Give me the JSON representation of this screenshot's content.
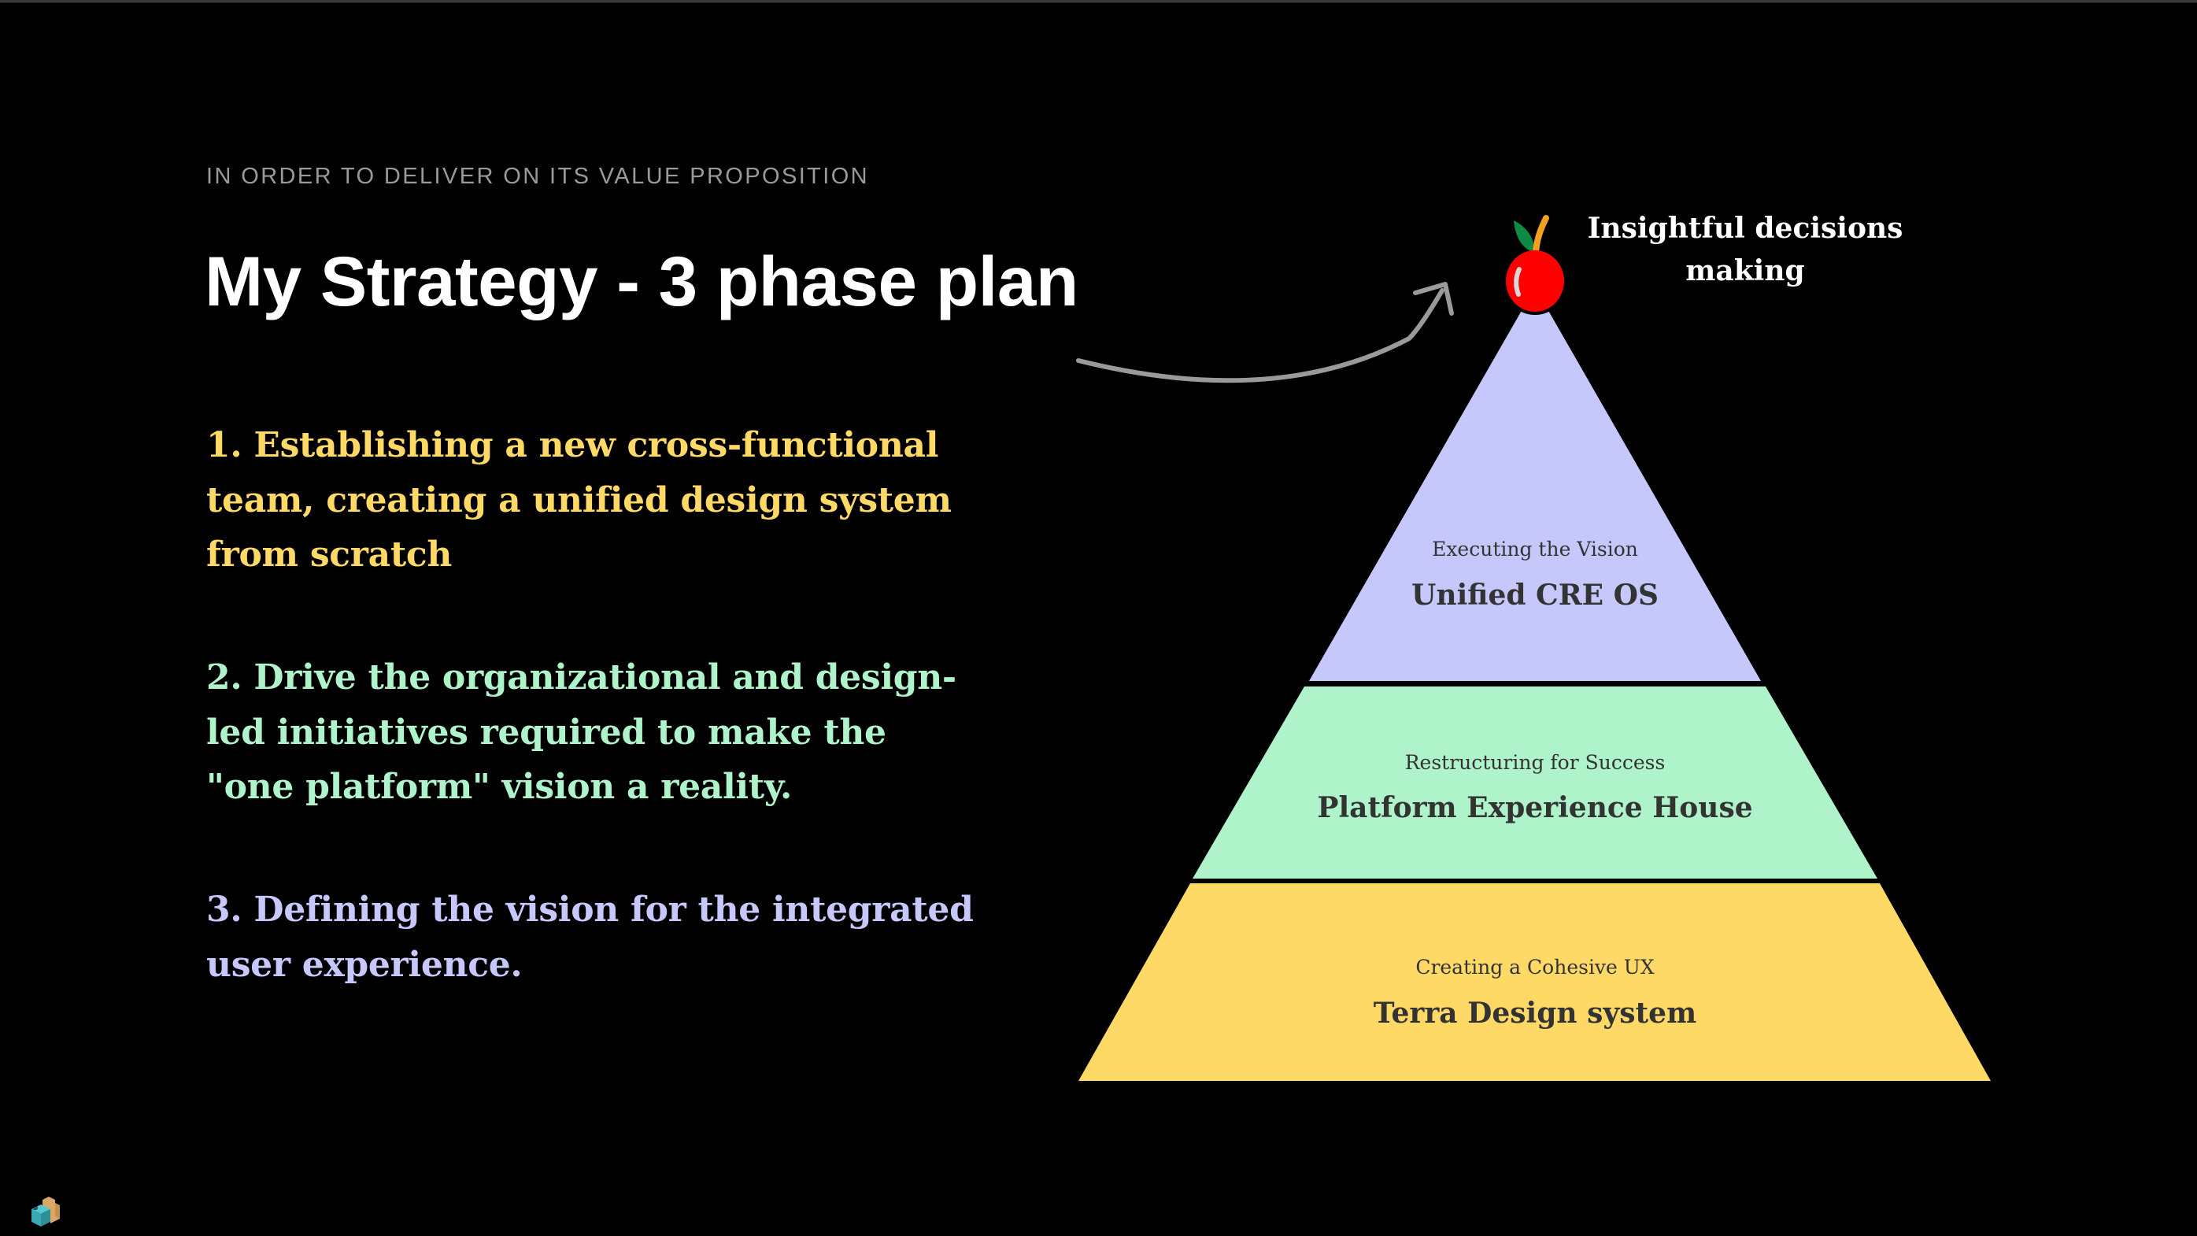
{
  "slide": {
    "eyebrow": "IN ORDER TO DELIVER ON ITS VALUE PROPOSITION",
    "title": "My Strategy - 3 phase plan"
  },
  "points": [
    {
      "number": "1.",
      "text": "1. Establishing a new cross-functional team, creating a unified design system from scratch",
      "color": "#FFD966"
    },
    {
      "number": "2.",
      "text": "2. Drive the organizational and design-led initiatives required to make the \"one platform\" vision a reality.",
      "color": "#AEF3C9"
    },
    {
      "number": "3.",
      "text": "3. Defining the vision for the integrated user experience.",
      "color": "#C6C8FB"
    }
  ],
  "pyramid": {
    "apex_label_line1": "Insightful decisions",
    "apex_label_line2": "making",
    "apex_icon": "apple-icon",
    "tiers": [
      {
        "caption": "Executing the Vision",
        "title": "Unified CRE OS",
        "color": "#C6C8FB"
      },
      {
        "caption": "Restructuring for Success",
        "title": "Platform Experience House",
        "color": "#AEF3C9"
      },
      {
        "caption": "Creating a Cohesive UX",
        "title": "Terra Design system",
        "color": "#FFD966"
      }
    ],
    "arrow_color": "#9a9a9a"
  },
  "footer": {
    "logo_icon": "isometric-block-logo-icon"
  }
}
